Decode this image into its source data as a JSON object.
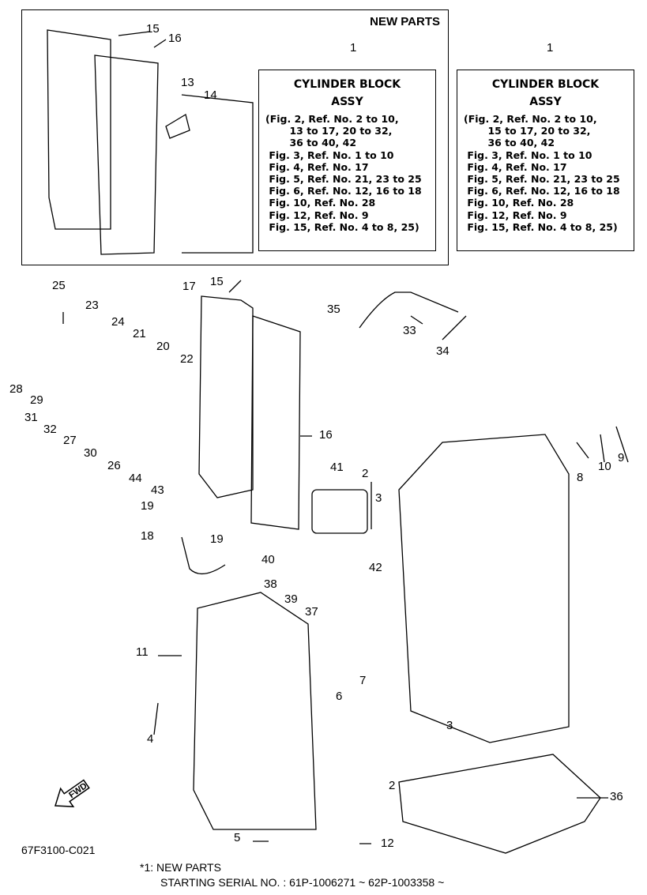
{
  "inset": {
    "header": "NEW PARTS",
    "box_left": {
      "ref": "1",
      "title": "CYLINDER BLOCK",
      "subtitle": "ASSY",
      "lines": "(Fig. 2, Ref. No. 2 to 10,\n       13 to 17, 20 to 32,\n       36 to 40, 42\n Fig. 3, Ref. No. 1 to 10\n Fig. 4, Ref. No. 17\n Fig. 5, Ref. No. 21, 23 to 25\n Fig. 6, Ref. No. 12, 16 to 18\n Fig. 10, Ref. No. 28\n Fig. 12, Ref. No. 9\n Fig. 15, Ref. No. 4 to 8, 25)"
    },
    "box_right": {
      "ref": "1",
      "title": "CYLINDER BLOCK",
      "subtitle": "ASSY",
      "lines": "(Fig. 2, Ref. No. 2 to 10,\n       15 to 17, 20 to 32,\n       36 to 40, 42\n Fig. 3, Ref. No. 1 to 10\n Fig. 4, Ref. No. 17\n Fig. 5, Ref. No. 21, 23 to 25\n Fig. 6, Ref. No. 12, 16 to 18\n Fig. 10, Ref. No. 28\n Fig. 12, Ref. No. 9\n Fig. 15, Ref. No. 4 to 8, 25)"
    },
    "callouts": [
      "15",
      "16",
      "13",
      "14"
    ]
  },
  "callouts": [
    "25",
    "23",
    "24",
    "21",
    "20",
    "22",
    "28",
    "29",
    "31",
    "32",
    "27",
    "30",
    "26",
    "44",
    "43",
    "19",
    "18",
    "19",
    "17",
    "15",
    "16",
    "35",
    "33",
    "34",
    "41",
    "2",
    "3",
    "42",
    "40",
    "38",
    "39",
    "37",
    "9",
    "10",
    "8",
    "11",
    "7",
    "6",
    "4",
    "3",
    "2",
    "36",
    "5",
    "12"
  ],
  "fwd_label": "FWD",
  "diagram_code": "67F3100-C021",
  "footnote": "*1: NEW PARTS",
  "serial_note": "STARTING SERIAL NO. : 61P-1006271 ~   62P-1003358 ~"
}
